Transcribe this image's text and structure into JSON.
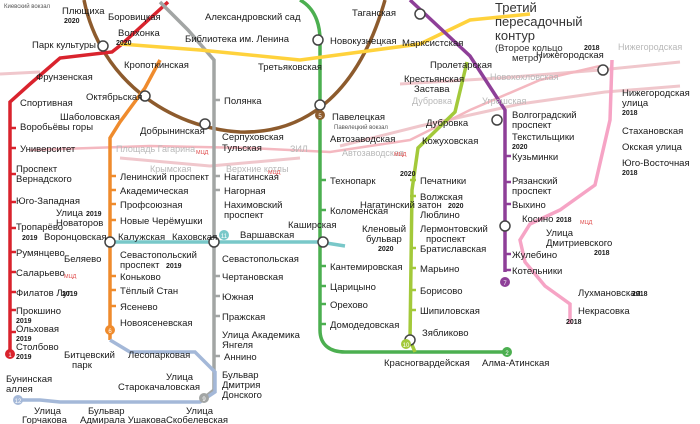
{
  "colors": {
    "line1_red": "#d9232d",
    "line2_green": "#4caf50",
    "line3_blue": "#3556a5",
    "line5_brown": "#8d5b2d",
    "line6_orange": "#ef8b2d",
    "line7_purple": "#8e3f98",
    "line8_yellow": "#ffd23c",
    "line9_gray": "#a2a5a4",
    "line10_lime": "#a3c93a",
    "line11_turquoise": "#79c8c9",
    "line12_lightblue": "#a4b8d8",
    "bcl_pink": "#f6a4c5",
    "mcd_lightpink": "#f0c7cc"
  },
  "title": {
    "line1": "Третий",
    "line2": "пересадочный",
    "line3": "контур",
    "sub1": "(Второе кольцо",
    "sub2": "метро)"
  },
  "stations": {
    "kievsky_vokzal": "Киевский вокзал",
    "plyushikha": "Плющиха",
    "plyushikha_year": "2020",
    "borovitskaya": "Боровицкая",
    "volkhonka": "Волхонка",
    "volkhonka_year": "2020",
    "aleksandrovsky_sad": "Александровский сад",
    "biblioteka_lenina": "Библиотека им. Ленина",
    "taganskaya": "Таганская",
    "marksistskaya": "Марксистская",
    "nizhegorodskaya_top": "Нижегородская",
    "nizhegorodskaya_top_year": "2018",
    "nizhegorodskaya_gray": "Нижегородская",
    "proletarskaya": "Пролетарская",
    "park_kultury": "Парк культуры",
    "kropotkinskaya": "Кропоткинская",
    "novokuznetskaya": "Новокузнецкая",
    "tretyakovskaya": "Третьяковская",
    "novokhokhlovskaya": "Новохохловская",
    "frunzenskaya": "Фрунзенская",
    "oktyabrskaya": "Октябрьская",
    "polyanka": "Полянка",
    "krestyanskaya_zastava_1": "Крестьянская",
    "krestyanskaya_zastava_2": "Застава",
    "dubrovka_mck": "Дубровка",
    "ugreshskaya": "Угрешская",
    "sportivnaya": "Спортивная",
    "shabolovskaya": "Шаболовская",
    "dobryninskaya": "Добрынинская",
    "paveletskaya": "Павелецкая",
    "paveletsky_vokzal": "Павелецкий вокзал",
    "dubrovka": "Дубровка",
    "volgogradsky_1": "Волгоградский",
    "volgogradsky_2": "проспект",
    "nizhegorodskaya_ulitsa_1": "Нижегородская",
    "nizhegorodskaya_ulitsa_2": "улица",
    "nizhegorodskaya_ulitsa_year": "2018",
    "vorobyovy_gory": "Воробьёвы горы",
    "serpukhovskaya": "Серпуховская",
    "tulskaya": "Тульская",
    "avtozavodskaya": "Автозаводская",
    "avtozavodskaya_mck": "Автозаводская",
    "zil": "ЗИЛ",
    "tekstilshchiki": "Текстильщики",
    "tekstilshchiki_year": "2020",
    "stakhanovskaya": "Стахановская",
    "okskaya_ulitsa": "Окская улица",
    "yugo_vostochnaya": "Юго-Восточная",
    "universitet": "Университет",
    "ploshchad_gagarina": "Площадь Гагарина",
    "kozhukhovskaya": "Кожуховская",
    "kuzminki": "Кузьминки",
    "yugo_vostochnaya_year": "2018",
    "krymskaya": "Крымская",
    "verkhnie_kotly": "Верхние котлы",
    "prospekt_vernadskogo_1": "Проспект",
    "prospekt_vernadskogo_2": "Вернадского",
    "leninsky_prospekt": "Ленинский проспект",
    "akademicheskaya": "Академическая",
    "profsoyuznaya": "Профсоюзная",
    "novye_cheryomushki": "Новые Черёмушки",
    "nagatinskaya": "Нагатинская",
    "nagornaya": "Нагорная",
    "nakhimovsky_1": "Нахимовский",
    "nakhimovsky_2": "проспект",
    "tekhnopark": "Технопарк",
    "kolomenskaya": "Коломенская",
    "pechatniki": "Печатники",
    "pechatniki_year": "2020",
    "volzhskaya": "Волжская",
    "nagatinsky_zaton": "Нагатинский затон",
    "nagatinsky_zaton_year": "2020",
    "lyublino": "Люблино",
    "ryazansky_1": "Рязанский",
    "ryazansky_2": "проспект",
    "vykhino": "Выхино",
    "kosino": "Косино",
    "kosino_year": "2018",
    "yugo_zapadnaya": "Юго-Западная",
    "ulitsa_novatorov_1": "Улица",
    "ulitsa_novatorov_2": "Новаторов",
    "ulitsa_novatorov_year": "2019",
    "troparyovo": "Тропарёво",
    "vorontsovskaya": "Воронцовская",
    "vorontsovskaya_year": "2019",
    "kaluzhskaya": "Калужская",
    "kakhovskaya": "Каховская",
    "varshavskaya": "Варшавская",
    "kashirskaya": "Каширская",
    "klenovy_1": "Кленовый",
    "klenovy_2": "бульвар",
    "klenovy_year": "2020",
    "lermontovsky_1": "Лермонтовский",
    "lermontovsky_2": "проспект",
    "zhulebino": "Жулебино",
    "ulitsa_dmitrievskogo_1": "Улица",
    "ulitsa_dmitrievskogo_2": "Дмитриевского",
    "ulitsa_dmitrievskogo_year": "2018",
    "rumyantsevo": "Румянцево",
    "belyaevo": "Беляево",
    "sevastopolsky_1": "Севастопольский",
    "sevastopolsky_2": "проспект",
    "sevastopolsky_year": "2019",
    "sevastopolskaya": "Севастопольская",
    "kantemirovskaya": "Кантемировская",
    "bratislavskaya": "Братиславская",
    "kotelniki": "Котельники",
    "salaryevo": "Саларьево",
    "konkovo": "Коньково",
    "chertanovskaya": "Чертановская",
    "tsaritsyno": "Царицыно",
    "maryino": "Марьино",
    "lukhmanovskaya": "Лухмановская",
    "lukhmanovskaya_year": "2018",
    "filatov_lug": "Филатов Луг",
    "filatov_lug_year": "2019",
    "tyoply_stan": "Тёплый Стан",
    "yuzhnaya": "Южная",
    "orekhovo": "Орехово",
    "borisovo": "Борисово",
    "nekrasovka": "Некрасовка",
    "nekrasovka_year": "2018",
    "prokshino": "Прокшино",
    "prokshino_year": "2019",
    "yasenevo": "Ясенево",
    "prazhskaya": "Пражская",
    "domodedovskaya": "Домодедовская",
    "shipilovskaya": "Шипиловская",
    "olkhovaya": "Ольховая",
    "olkhovaya_year": "2019",
    "novoyasenevskaya": "Новоясеневская",
    "ulitsa_yangelya_1": "Улица Академика",
    "ulitsa_yangelya_2": "Янгеля",
    "zyablikovo": "Зябликово",
    "stolbovo": "Столбово",
    "stolbovo_year": "2019",
    "bitsevsky_1": "Битцевский",
    "bitsevsky_2": "парк",
    "lesoparkovaya": "Лесопарковая",
    "annino": "Аннино",
    "krasnogvardeyskaya": "Красногвардейская",
    "alma_atinskaya": "Алма-Атинская",
    "buninskaya_1": "Бунинская",
    "buninskaya_2": "аллея",
    "ulitsa_starokachalovskaya_1": "Улица",
    "ulitsa_starokachalovskaya_2": "Старокачаловская",
    "bulvar_dmitriya_1": "Бульвар",
    "bulvar_dmitriya_2": "Дмитрия",
    "bulvar_dmitriya_3": "Донского",
    "ulitsa_gorchakova_1": "Улица",
    "ulitsa_gorchakova_2": "Горчакова",
    "bulvar_ushakova_1": "Бульвар",
    "bulvar_ushakova_2": "Адмирала Ушакова",
    "ulitsa_skobelevskaya_1": "Улица",
    "ulitsa_skobelevskaya_2": "Скобелевская"
  },
  "line_numbers": {
    "n1": "1",
    "n2": "2",
    "n5": "5",
    "n6": "6",
    "n7": "7",
    "n9": "9",
    "n10": "10",
    "n11": "11",
    "n12": "12"
  },
  "mcd_badge": "МЦД"
}
